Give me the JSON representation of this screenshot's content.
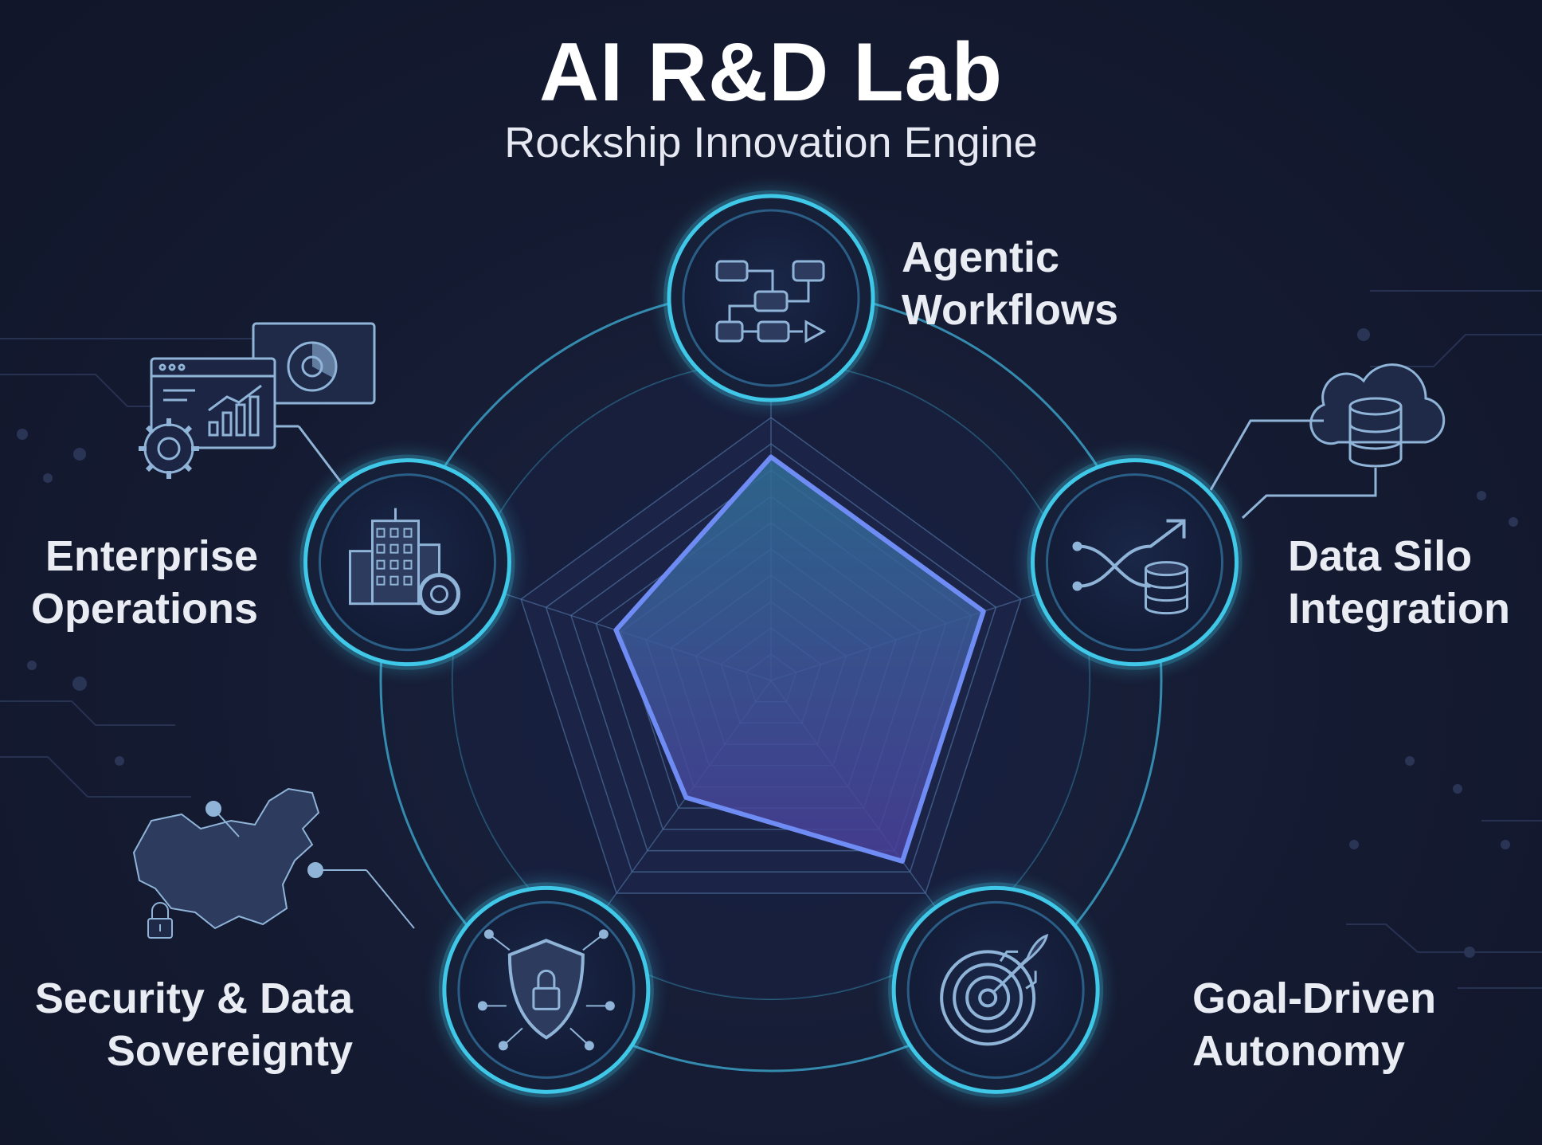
{
  "header": {
    "title": "AI R&D Lab",
    "subtitle": "Rockship Innovation Engine"
  },
  "colors": {
    "background": "#141a30",
    "accent_cyan": "#3fc8e8",
    "accent_blue": "#6f8cf5",
    "ring_line": "#3a9fc4",
    "text": "#e9ecf3"
  },
  "chart_data": {
    "type": "radar",
    "axes": [
      "Agentic Workflows",
      "Data Silo Integration",
      "Goal-Driven Autonomy",
      "Security & Data Sovereignty",
      "Enterprise Operations"
    ],
    "values": [
      0.85,
      0.85,
      0.85,
      0.55,
      0.62
    ],
    "range": [
      0,
      1
    ],
    "grid_levels": 10,
    "grid": true
  },
  "nodes": [
    {
      "id": "agentic",
      "label_lines": [
        "Agentic",
        "Workflows"
      ],
      "icon": "workflow-flowchart-icon"
    },
    {
      "id": "datasilo",
      "label_lines": [
        "Data Silo",
        "Integration"
      ],
      "icon": "data-integration-icon"
    },
    {
      "id": "goal",
      "label_lines": [
        "Goal-Driven",
        "Autonomy"
      ],
      "icon": "target-rocket-icon"
    },
    {
      "id": "security",
      "label_lines": [
        "Security & Data",
        "Sovereignty"
      ],
      "icon": "shield-lock-icon"
    },
    {
      "id": "enterprise",
      "label_lines": [
        "Enterprise",
        "Operations"
      ],
      "icon": "building-gear-icon"
    }
  ],
  "decor_icons": [
    "dashboard-analytics-icon",
    "cloud-database-icon",
    "china-map-lock-icon"
  ]
}
